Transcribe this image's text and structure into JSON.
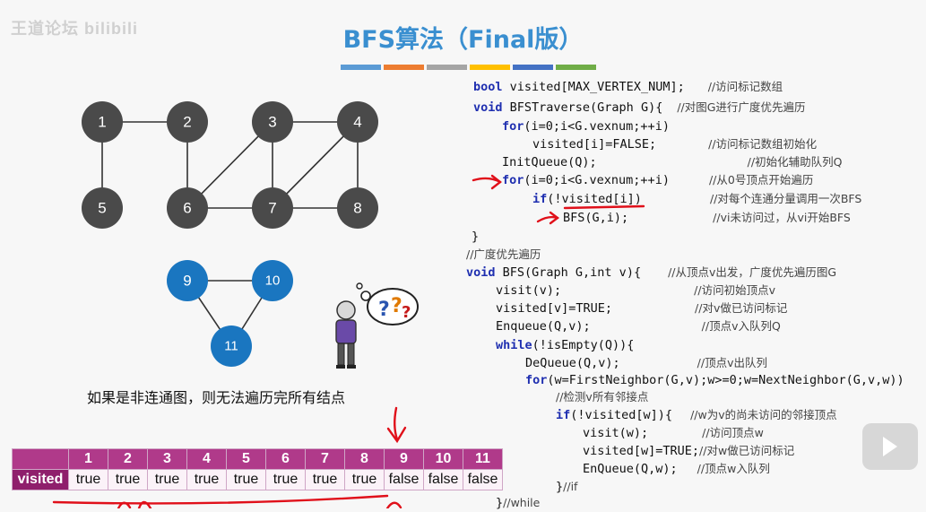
{
  "watermark": "王道论坛 bilibili",
  "title": "BFS算法（Final版）",
  "color_bar": [
    "#5b9bd5",
    "#ed7d31",
    "#a5a5a5",
    "#ffc000",
    "#4472c4",
    "#70ad47"
  ],
  "graph": {
    "nodes_main": [
      "1",
      "2",
      "3",
      "4",
      "5",
      "6",
      "7",
      "8"
    ],
    "nodes_second": [
      "9",
      "10",
      "11"
    ],
    "color_main": "#4a4a4a",
    "color_second": "#1a76c0"
  },
  "caption": "如果是非连通图，则无法遍历完所有结点",
  "code": [
    {
      "kw": "bool",
      "text": " visited[MAX_VERTEX_NUM];",
      "comment": "//访问标记数组"
    },
    {
      "kw": "void",
      "text": " BFSTraverse(Graph G){",
      "comment": "//对图G进行广度优先遍历"
    },
    {
      "kw": "for",
      "text": "(i=0;i<G.vexnum;++i)",
      "comment": ""
    },
    {
      "kw": "",
      "text": "visited[i]=FALSE;",
      "comment": "//访问标记数组初始化"
    },
    {
      "kw": "",
      "text": "InitQueue(Q);",
      "comment": "//初始化辅助队列Q"
    },
    {
      "kw": "for",
      "text": "(i=0;i<G.vexnum;++i)",
      "comment": "//从0号顶点开始遍历"
    },
    {
      "kw": "if",
      "text": "(!visited[i])",
      "comment": "//对每个连通分量调用一次BFS"
    },
    {
      "kw": "",
      "text": "BFS(G,i);",
      "comment": "//vi未访问过，从vi开始BFS"
    },
    {
      "kw": "",
      "text": "}",
      "comment": ""
    },
    {
      "kw": "",
      "text": "",
      "comment": "//广度优先遍历"
    },
    {
      "kw": "void",
      "text": " BFS(Graph G,int v){",
      "comment": "//从顶点v出发，广度优先遍历图G"
    },
    {
      "kw": "",
      "text": "visit(v);",
      "comment": "//访问初始顶点v"
    },
    {
      "kw": "",
      "text": "visited[v]=TRUE;",
      "comment": "//对v做已访问标记"
    },
    {
      "kw": "",
      "text": "Enqueue(Q,v);",
      "comment": "//顶点v入队列Q"
    },
    {
      "kw": "while",
      "text": "(!isEmpty(Q)){",
      "comment": ""
    },
    {
      "kw": "",
      "text": "DeQueue(Q,v);",
      "comment": "//顶点v出队列"
    },
    {
      "kw": "for",
      "text": "(w=FirstNeighbor(G,v);w>=0;w=NextNeighbor(G,v,w))",
      "comment": ""
    },
    {
      "kw": "",
      "text": "",
      "comment": "//检测v所有邻接点"
    },
    {
      "kw": "if",
      "text": "(!visited[w]){",
      "comment": "//w为v的尚未访问的邻接顶点"
    },
    {
      "kw": "",
      "text": "visit(w);",
      "comment": "//访问顶点w"
    },
    {
      "kw": "",
      "text": "visited[w]=TRUE;",
      "comment": "//对w做已访问标记"
    },
    {
      "kw": "",
      "text": "EnQueue(Q,w);",
      "comment": "//顶点w入队列"
    },
    {
      "kw": "",
      "text": "}",
      "comment": "//if"
    },
    {
      "kw": "",
      "text": "}",
      "comment": "//while"
    }
  ],
  "table": {
    "row_label": "visited",
    "headers": [
      "1",
      "2",
      "3",
      "4",
      "5",
      "6",
      "7",
      "8",
      "9",
      "10",
      "11"
    ],
    "values": [
      "true",
      "true",
      "true",
      "true",
      "true",
      "true",
      "true",
      "true",
      "false",
      "false",
      "false"
    ]
  },
  "annotation_color": "#e0101a"
}
